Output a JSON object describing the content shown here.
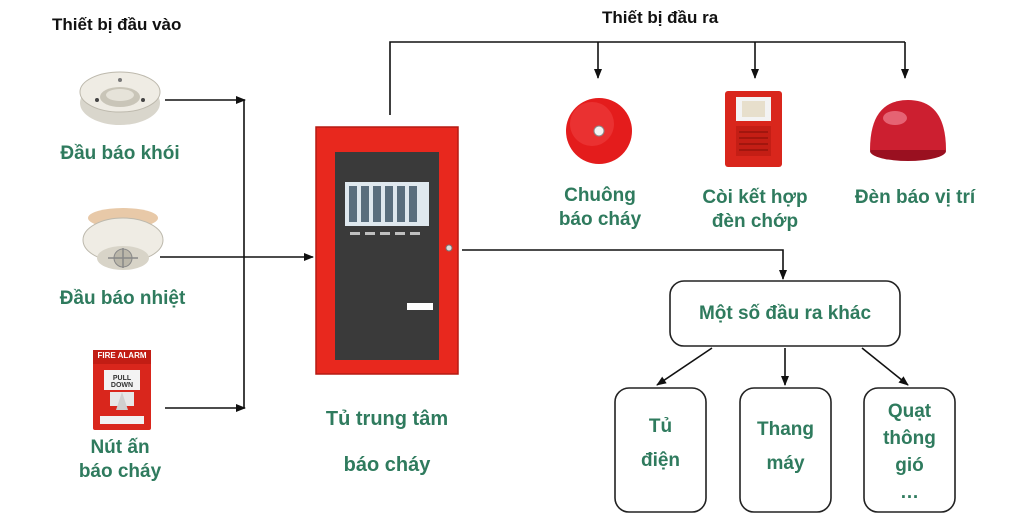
{
  "input_heading": "Thiết bị đầu vào",
  "output_heading": "Thiết bị đầu ra",
  "inputs": [
    {
      "label_lines": [
        "Đầu báo khói"
      ]
    },
    {
      "label_lines": [
        "Đầu báo nhiệt"
      ]
    },
    {
      "label_lines": [
        "Nút ấn",
        "báo cháy"
      ],
      "plate_top": "FIRE ALARM",
      "plate_bottom": "PULL DOWN"
    }
  ],
  "center": {
    "label_lines": [
      "Tủ trung tâm",
      "báo cháy"
    ]
  },
  "outputs": [
    {
      "label_lines": [
        "Chuông",
        "báo cháy"
      ]
    },
    {
      "label_lines": [
        "Còi kết hợp",
        "đèn chớp"
      ]
    },
    {
      "label_lines": [
        "Đèn báo vị trí"
      ]
    }
  ],
  "other_outputs": {
    "label": "Một số đầu ra khác",
    "items": [
      {
        "label_lines": [
          "Tủ",
          "điện"
        ]
      },
      {
        "label_lines": [
          "Thang",
          "máy"
        ]
      },
      {
        "label_lines": [
          "Quạt",
          "thông",
          "gió",
          "…"
        ]
      }
    ]
  },
  "colors": {
    "label_green": "#2f7b5e",
    "panel_red": "#e8281e",
    "panel_dark": "#3a3a3a"
  }
}
